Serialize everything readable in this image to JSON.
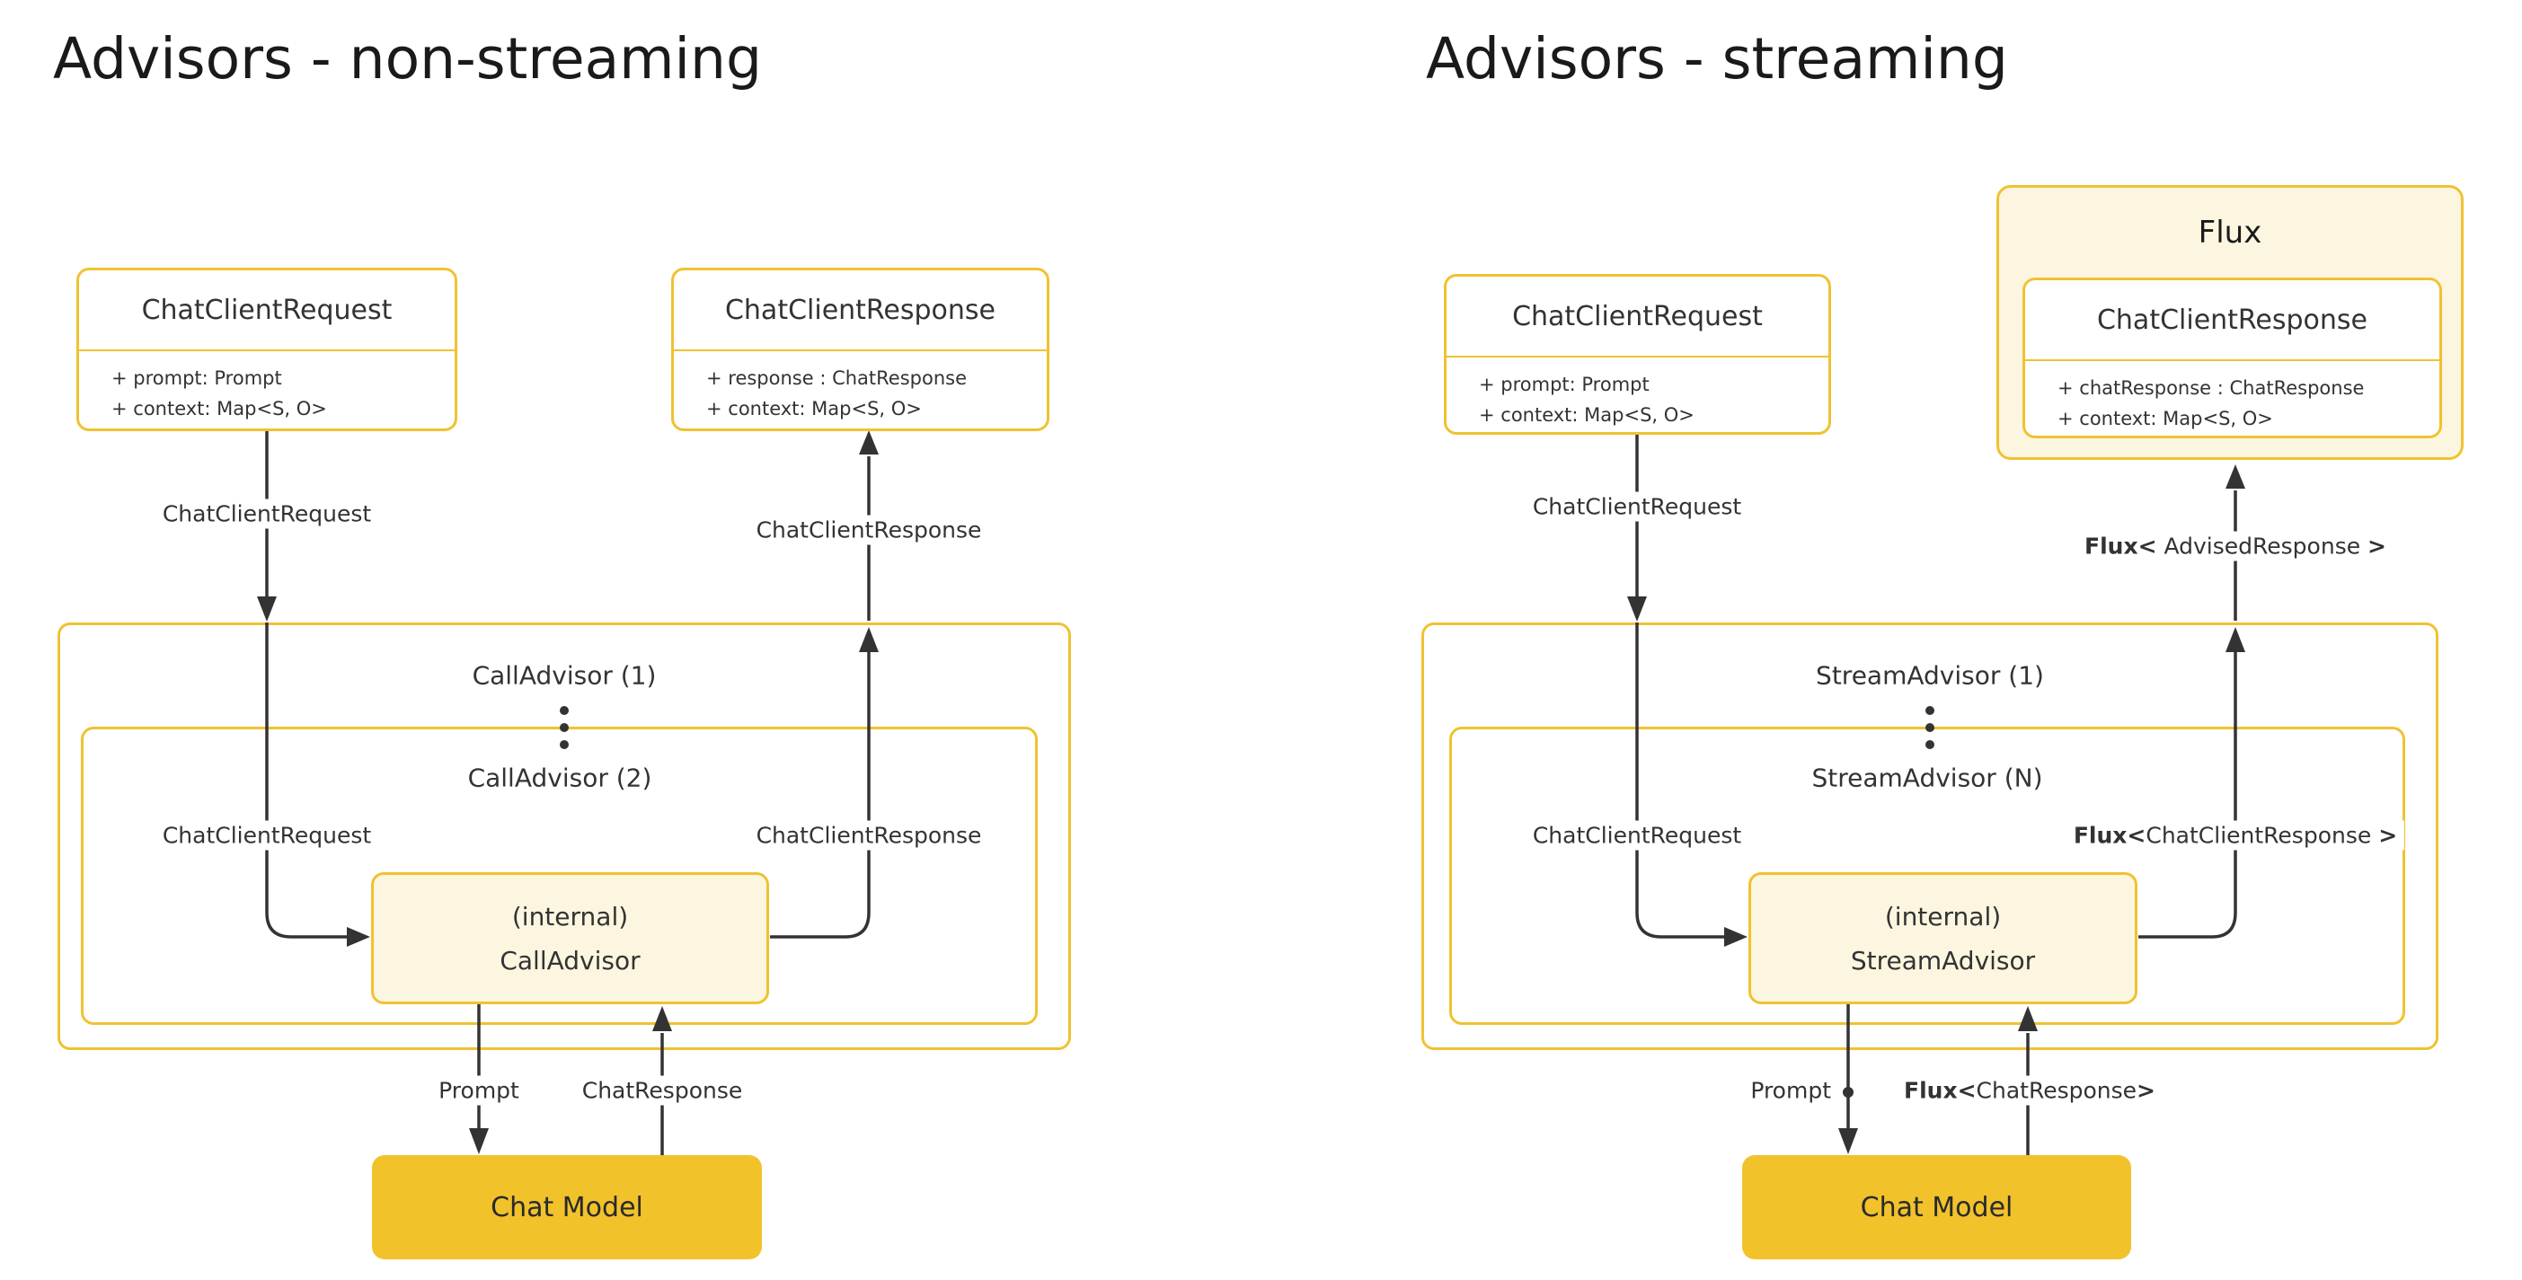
{
  "palette": {
    "accent_border": "#F0C232",
    "cream_fill": "#FCF6E0",
    "gold_fill": "#F2C22B",
    "line_color": "#333333",
    "text_color": "#333333",
    "title_color": "#1A1A1A",
    "canvas_bg": "#FFFFFF"
  },
  "left": {
    "title": "Advisors - non-streaming",
    "request_class": {
      "title": "ChatClientRequest",
      "attrs": [
        "+ prompt: Prompt",
        "+ context: Map<S, O>"
      ]
    },
    "response_class": {
      "title": "ChatClientResponse",
      "attrs": [
        "+ response : ChatResponse",
        "+ context: Map<S, O>"
      ]
    },
    "container_outer_label": "CallAdvisor (1)",
    "container_inner_label": "CallAdvisor (2)",
    "internal_node": {
      "line1": "(internal)",
      "line2": "CallAdvisor"
    },
    "chat_model_label": "Chat Model",
    "edges": {
      "request_top": "ChatClientRequest",
      "response_top": "ChatClientResponse",
      "request_inner": "ChatClientRequest",
      "response_inner": "ChatClientResponse",
      "prompt": "Prompt",
      "chat_response": "ChatResponse"
    }
  },
  "right": {
    "title": "Advisors - streaming",
    "request_class": {
      "title": "ChatClientRequest",
      "attrs": [
        "+ prompt: Prompt",
        "+ context: Map<S, O>"
      ]
    },
    "flux_container": {
      "title": "Flux",
      "response_class": {
        "title": "ChatClientResponse",
        "attrs": [
          "+ chatResponse : ChatResponse",
          "+ context: Map<S, O>"
        ]
      }
    },
    "container_outer_label": "StreamAdvisor (1)",
    "container_inner_label": "StreamAdvisor (N)",
    "internal_node": {
      "line1": "(internal)",
      "line2": "StreamAdvisor"
    },
    "chat_model_label": "Chat Model",
    "edges": {
      "request_top": "ChatClientRequest",
      "flux_advised": {
        "bold_open": "Flux<",
        "mid": " AdvisedResponse ",
        "bold_close": ">"
      },
      "request_inner": "ChatClientRequest",
      "flux_client_response": {
        "bold_open": "Flux<",
        "mid": "ChatClientResponse ",
        "bold_close": ">"
      },
      "prompt": "Prompt",
      "flux_chat_response": {
        "bold_open": "Flux<",
        "mid": "ChatResponse",
        "bold_close": ">"
      }
    }
  }
}
